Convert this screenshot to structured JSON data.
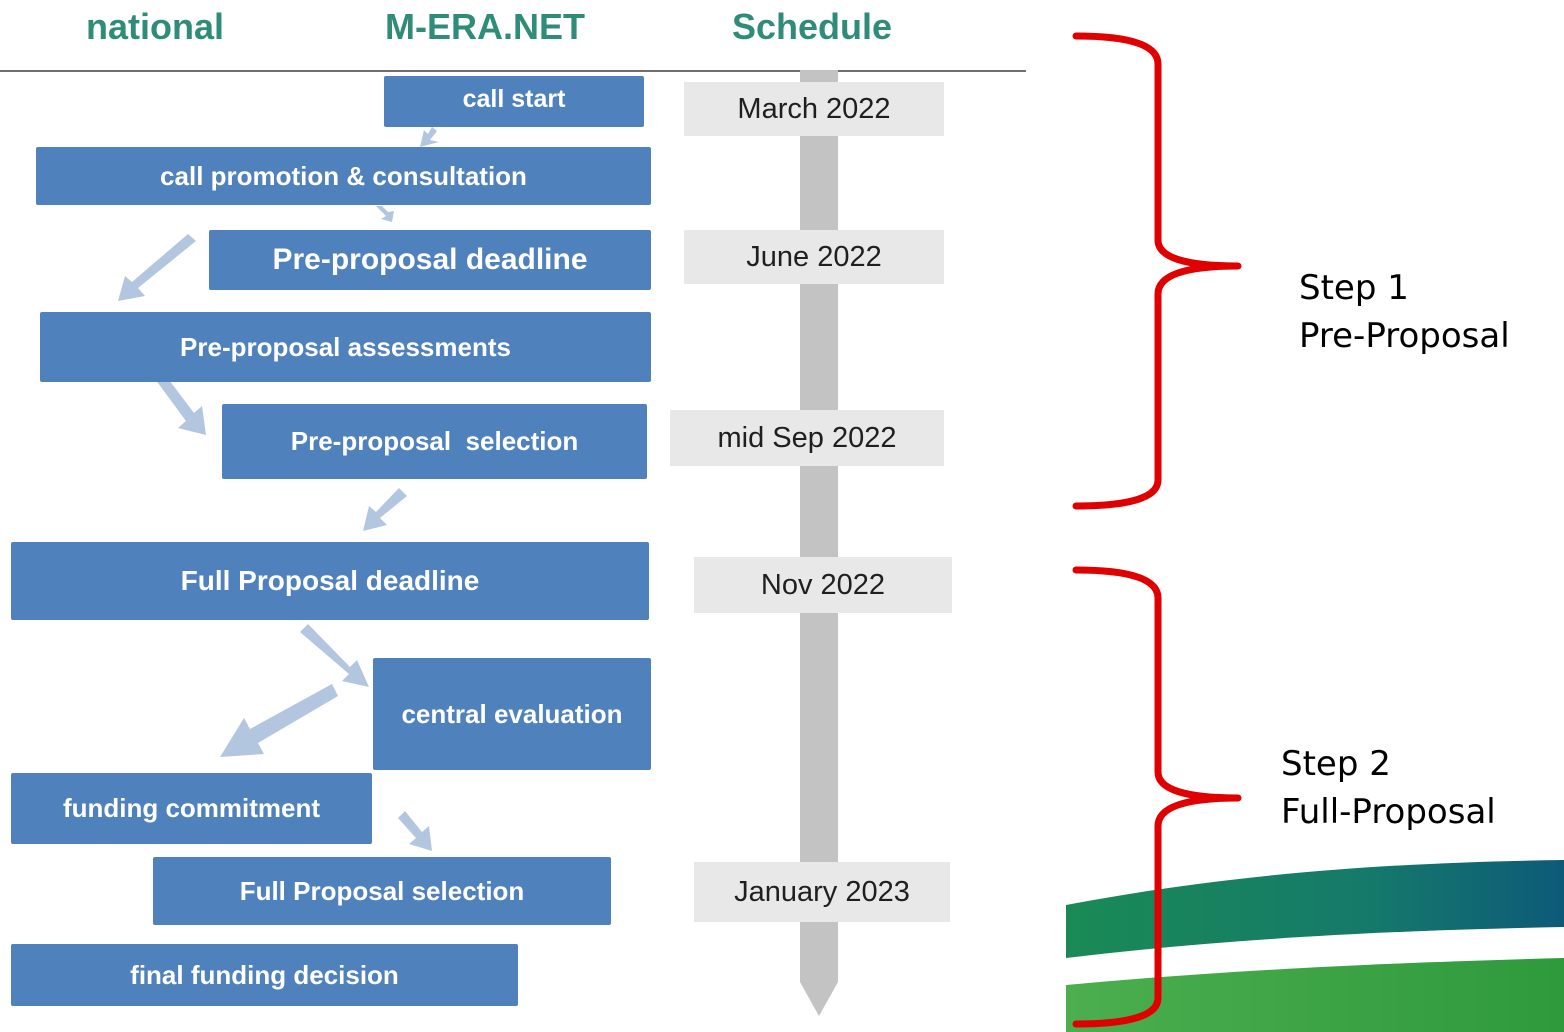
{
  "headers": {
    "national": "national",
    "mera": "M-ERA.NET",
    "schedule": "Schedule"
  },
  "boxes": {
    "call_start": "call start",
    "call_promotion": "call promotion & consultation",
    "preproposal_deadline": "Pre-proposal deadline",
    "preproposal_assessments": "Pre-proposal assessments",
    "preproposal_selection": "Pre-proposal  selection",
    "full_proposal_deadline": "Full Proposal deadline",
    "central_evaluation": "central evaluation",
    "funding_commitment": "funding commitment",
    "full_proposal_selection": "Full Proposal selection",
    "final_funding_decision": "final funding decision"
  },
  "dates": {
    "march_2022": "March 2022",
    "june_2022": "June 2022",
    "mid_sep_2022": "mid Sep 2022",
    "nov_2022": "Nov 2022",
    "january_2023": "January 2023"
  },
  "steps": {
    "step1_title": "Step 1",
    "step1_subtitle": "Pre-Proposal",
    "step2_title": "Step 2",
    "step2_subtitle": "Full-Proposal"
  },
  "colors": {
    "box": "#4f81bd",
    "arrow": "#b3c6e0",
    "header": "#2f8c78",
    "timeline": "#c3c3c3",
    "date_bg": "#e8e8e8",
    "brace": "#e00000"
  }
}
